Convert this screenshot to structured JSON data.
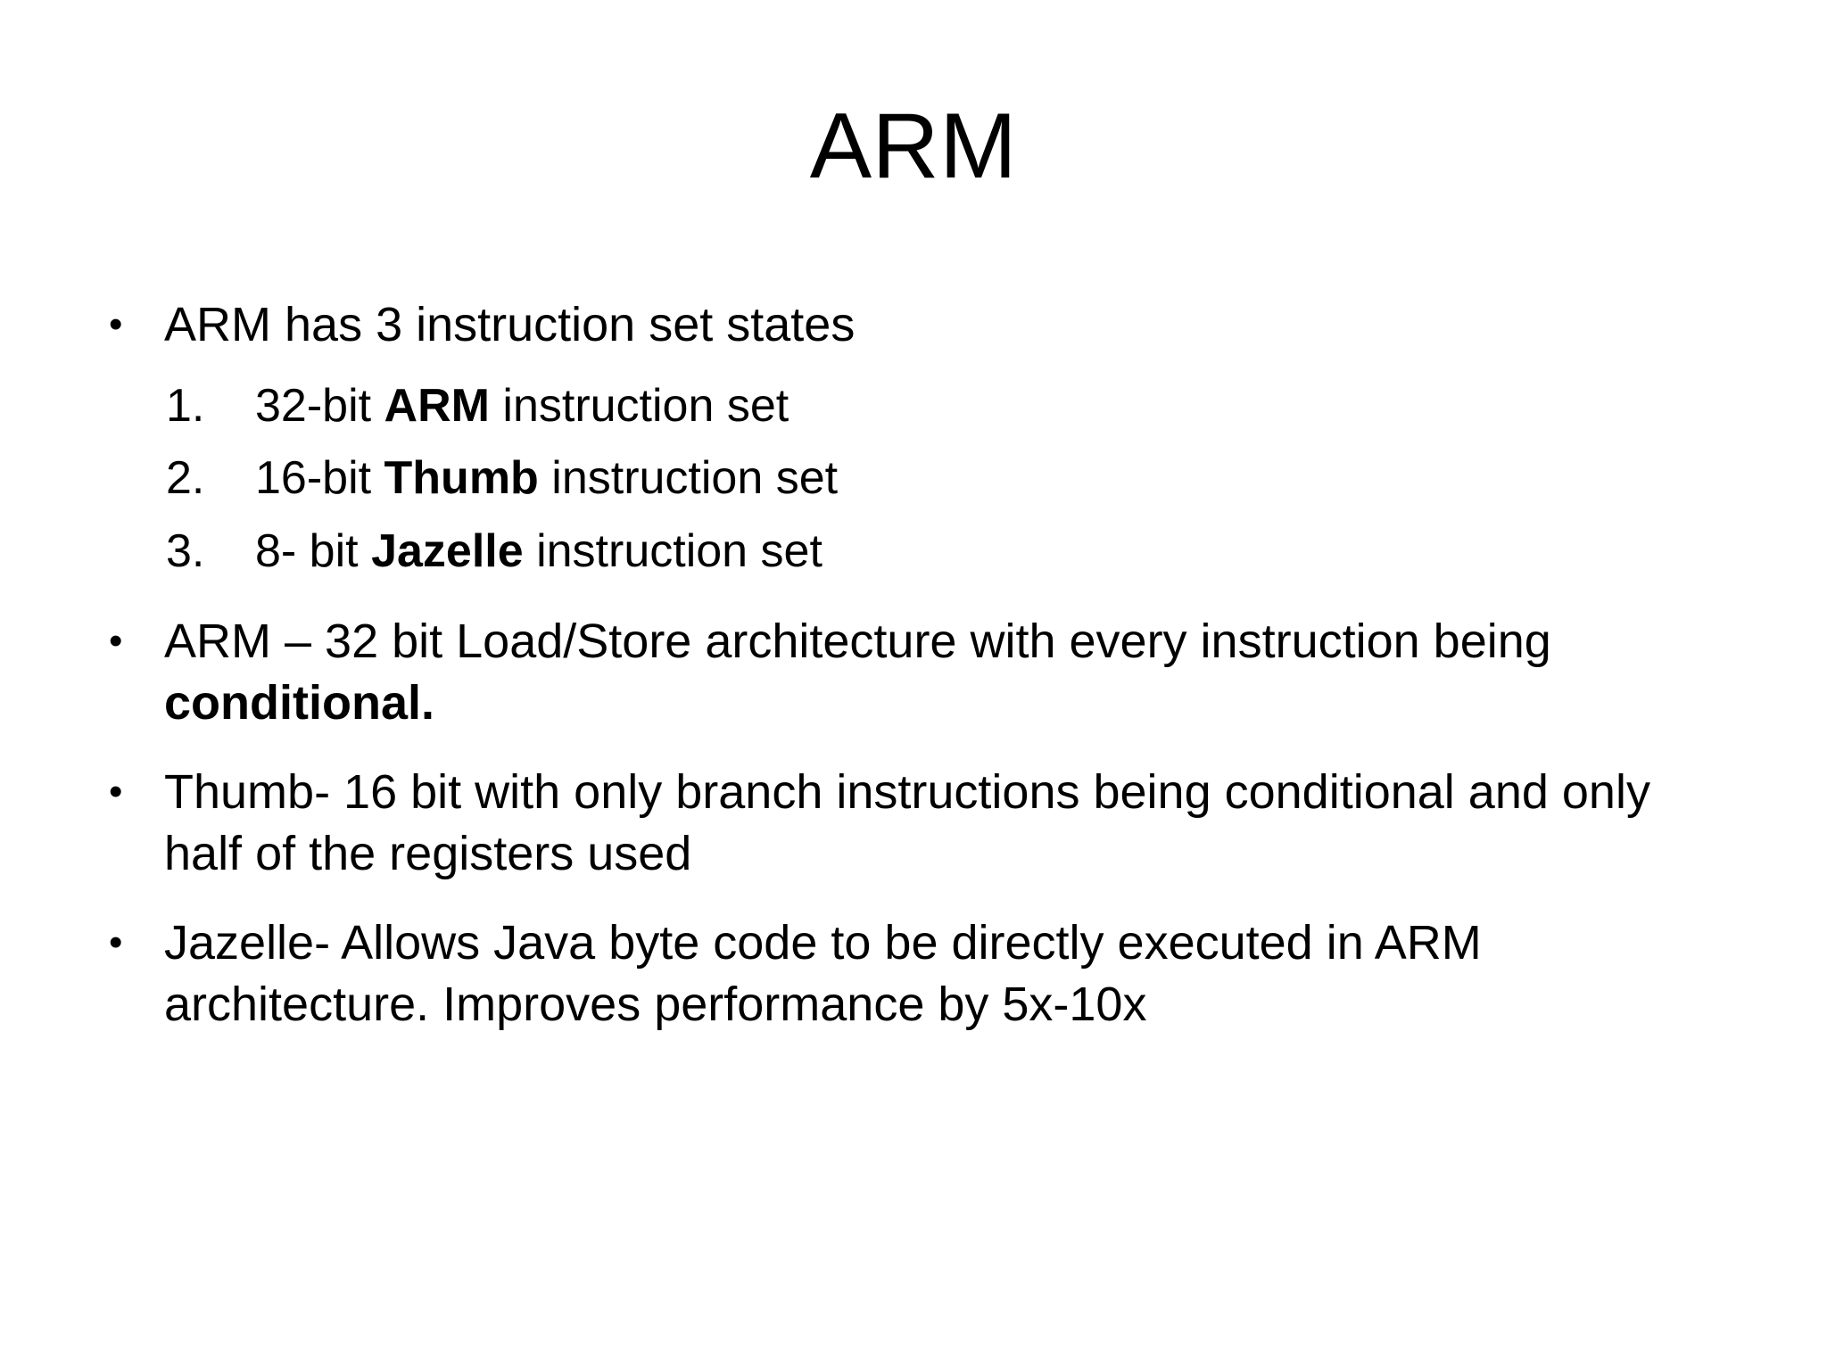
{
  "slide": {
    "title": "ARM",
    "background_color": "#ffffff",
    "text_color": "#000000",
    "bullet_glyph": "•",
    "content": [
      {
        "level": 1,
        "marker": "•",
        "text": "ARM has 3 instruction set states"
      },
      {
        "level": 2,
        "marker": "1.",
        "text_pre": "32-bit ",
        "text_bold": "ARM",
        "text_post": " instruction set"
      },
      {
        "level": 2,
        "marker": "2.",
        "text_pre": "16-bit ",
        "text_bold": "Thumb",
        "text_post": " instruction set"
      },
      {
        "level": 2,
        "marker": "3.",
        "text_pre": "8- bit ",
        "text_bold": "Jazelle",
        "text_post": " instruction set"
      },
      {
        "level": 1,
        "marker": "•",
        "text_pre": "ARM – 32 bit Load/Store architecture with every instruction being ",
        "text_bold": "conditional.",
        "text_post": ""
      },
      {
        "level": 1,
        "marker": "•",
        "text": "Thumb- 16 bit with only branch instructions being conditional and only half of the registers used"
      },
      {
        "level": 1,
        "marker": "•",
        "text": "Jazelle- Allows Java byte code to be directly executed in ARM architecture. Improves performance by 5x-10x"
      }
    ]
  }
}
